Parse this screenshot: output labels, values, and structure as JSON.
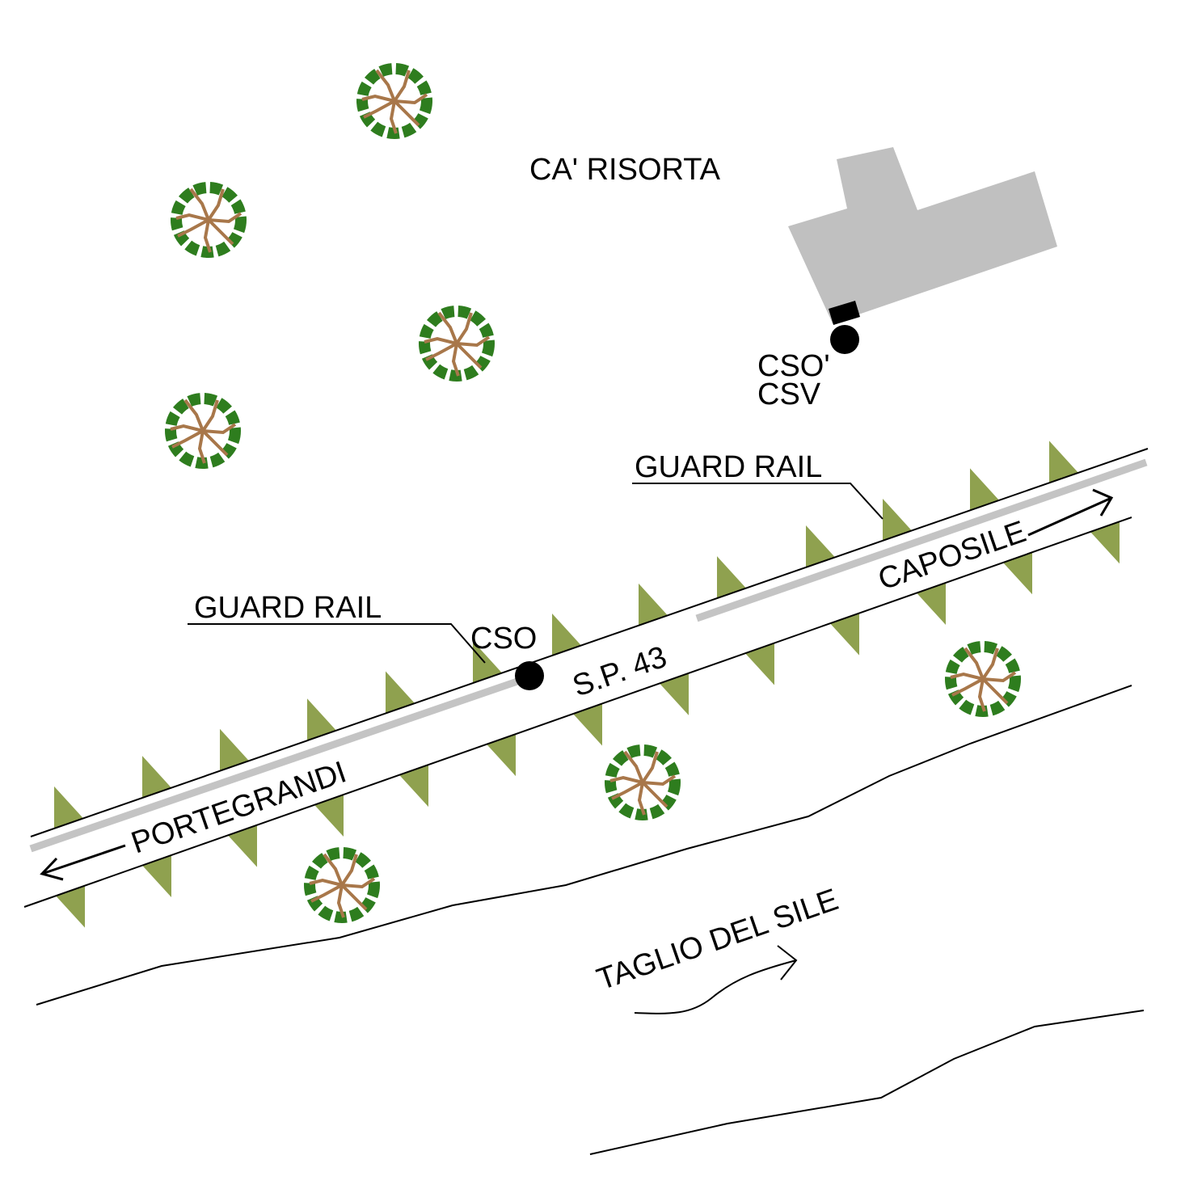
{
  "colors": {
    "vegetation": "#8fa14f",
    "tree_foliage": "#2e7d1e",
    "tree_branch": "#a8774a",
    "building": "#c0c0c0",
    "rail": "#c4c4c4"
  },
  "labels": {
    "place": "CA' RISORTA",
    "cso_building_1": "CSO'",
    "cso_building_2": "CSV",
    "guard_rail_upper": "GUARD RAIL",
    "guard_rail_lower": "GUARD RAIL",
    "cso_road": "CSO",
    "road_name": "S.P. 43",
    "direction_west": "PORTEGRANDI",
    "direction_east": "CAPOSILE",
    "river": "TAGLIO DEL SILE"
  },
  "icons": [
    "tree-icon",
    "building-icon",
    "cso-point-icon",
    "arrow-icon"
  ]
}
